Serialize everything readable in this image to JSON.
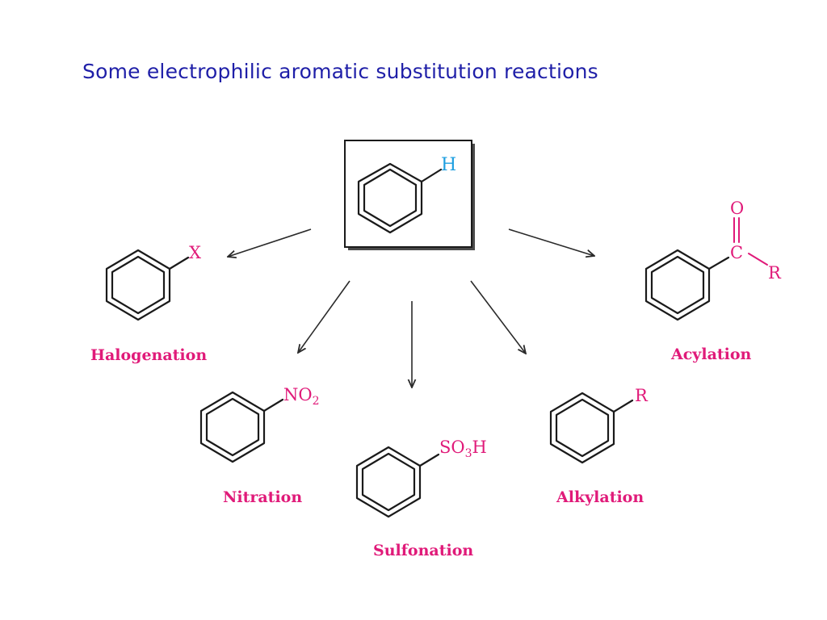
{
  "title": "Some electrophilic aromatic substitution reactions",
  "reactant": {
    "substituent": "H",
    "substituent_color": "#1e9fe0"
  },
  "colors": {
    "title": "#1f1fa8",
    "products": "#e01a79",
    "structure": "#1a1a1a"
  },
  "reactions": [
    {
      "name": "Halogenation",
      "substituent": "X"
    },
    {
      "name": "Nitration",
      "substituent": "NO",
      "subscript": "2"
    },
    {
      "name": "Sulfonation",
      "substituent": "SO",
      "subscript": "3",
      "suffix": "H"
    },
    {
      "name": "Alkylation",
      "substituent": "R"
    },
    {
      "name": "Acylation",
      "carbonyl_o": "O",
      "carbonyl_c": "C",
      "substituent": "R"
    }
  ]
}
